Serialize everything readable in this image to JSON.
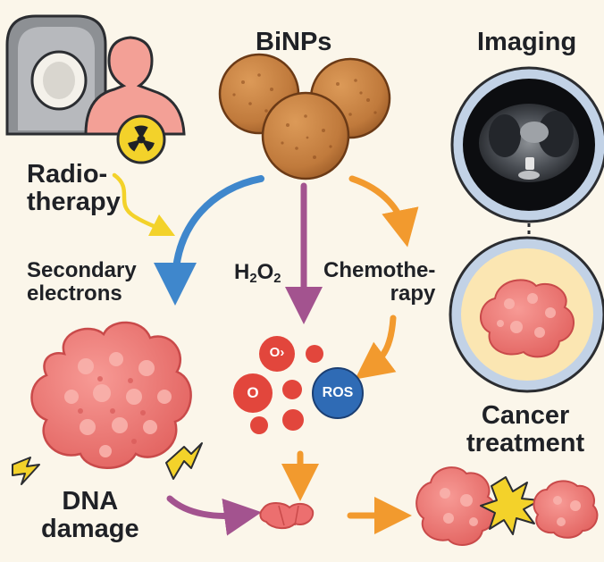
{
  "title": "BiNPs",
  "imaging_label": "Imaging",
  "radiotherapy": {
    "line1": "Radio-",
    "line2": "therapy"
  },
  "secondary_electrons": {
    "line1": "Secondary",
    "line2": "electrons"
  },
  "h2o2": {
    "h": "H",
    "sub1": "2",
    "o": "O",
    "sub2": "2"
  },
  "chemotherapy": {
    "line1": "Chemothe-",
    "line2": "rapy"
  },
  "molecules": {
    "o2": "O",
    "o2_suffix": "›",
    "o": "O",
    "ros": "ROS"
  },
  "dna_damage": {
    "line1": "DNA",
    "line2": "damage"
  },
  "cancer_treatment": {
    "line1": "Cancer",
    "line2": "treatment"
  },
  "colors": {
    "background": "#fbf6ea",
    "nanoparticle": "#c07a3c",
    "tumor": "#ec6f6f",
    "arrow_blue": "#3f87cc",
    "arrow_purple": "#a3538f",
    "arrow_orange": "#f29a2e",
    "radiation_yellow": "#f3d22a",
    "molecule_red": "#e2463c",
    "ros_blue": "#2f6bb5"
  },
  "icons": [
    "radiation-icon",
    "ct-scanner-icon",
    "patient-icon",
    "ct-scan-image",
    "lightning-icon",
    "explosion-icon"
  ]
}
